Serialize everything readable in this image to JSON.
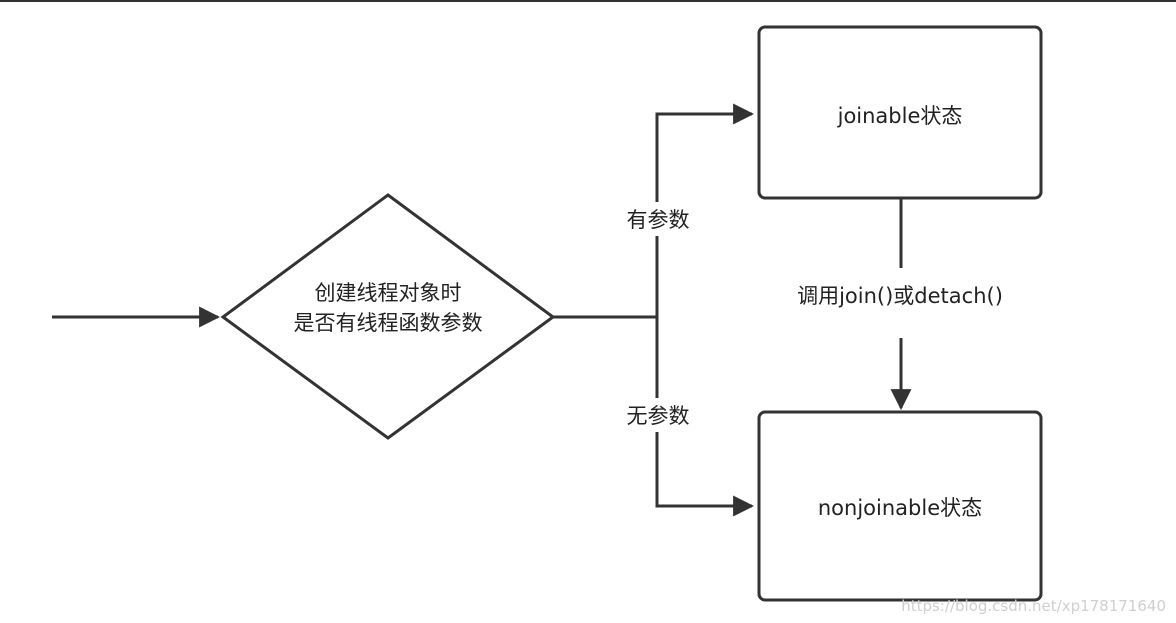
{
  "diagram": {
    "decision": {
      "line1": "创建线程对象时",
      "line2": "是否有线程函数参数"
    },
    "states": {
      "joinable": "joinable状态",
      "nonjoinable": "nonjoinable状态"
    },
    "edges": {
      "has_param": "有参数",
      "no_param": "无参数",
      "transition": "调用join()或detach()"
    }
  },
  "watermark": "https://blog.csdn.net/xp178171640",
  "colors": {
    "stroke": "#333333",
    "text": "#222222",
    "watermark": "#cfcfcf"
  }
}
